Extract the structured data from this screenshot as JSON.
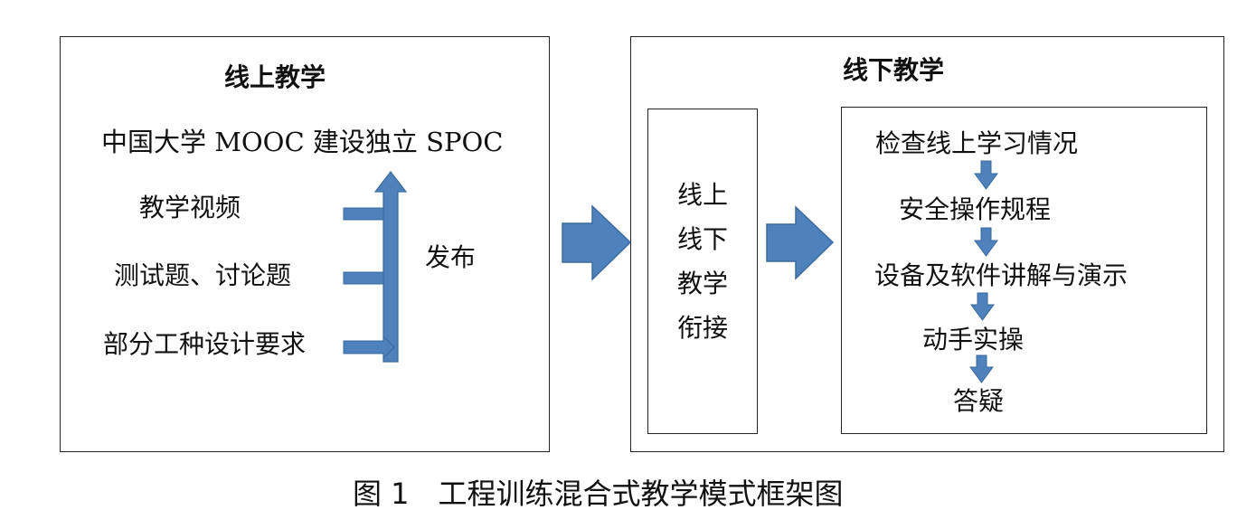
{
  "colors": {
    "arrow_fill": "#4f81bd",
    "arrow_stroke": "#3a6a9e",
    "border": "#222222"
  },
  "online": {
    "title": "线上教学",
    "platform": "中国大学 MOOC 建设独立 SPOC",
    "items": [
      "教学视频",
      "测试题、讨论题",
      "部分工种设计要求"
    ],
    "publish_label": "发布"
  },
  "offline": {
    "title": "线下教学",
    "bridge_lines": [
      "线上",
      "线下",
      "教学",
      "衔接"
    ],
    "steps": [
      "检查线上学习情况",
      "安全操作规程",
      "设备及软件讲解与演示",
      "动手实操",
      "答疑"
    ]
  },
  "caption": "图 1　工程训练混合式教学模式框架图"
}
